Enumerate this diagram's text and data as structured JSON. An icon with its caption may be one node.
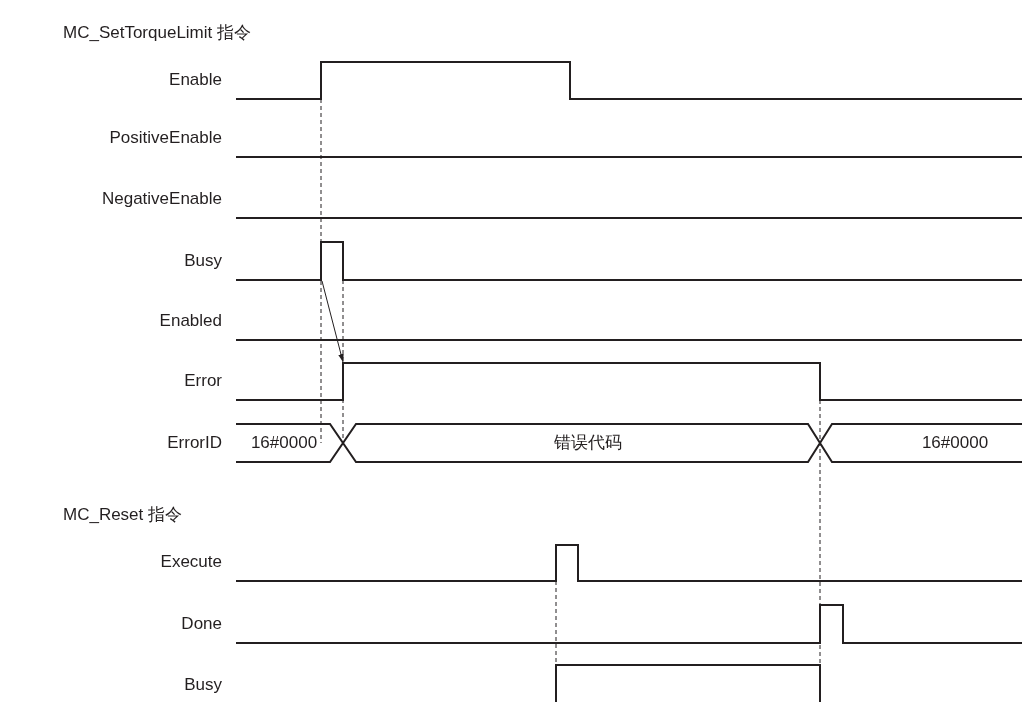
{
  "diagram": {
    "nodes": [
      {
        "text": [],
        "shape": "line",
        "beside": [
          "Busy"
        ]
      },
      {
        "text": [],
        "shape": "line",
        "beside": [
          "Error"
        ]
      }
    ],
    "edges": [
      {
        "from": 0,
        "to": 1,
        "arrow": "to"
      }
    ],
    "labels": [
      "MC_SetTorqueLimit 指令",
      "Enable",
      "PositiveEnable",
      "NegativeEnable",
      "Enabled",
      "ErrorID",
      "16#0000",
      "错误代码",
      "16#0000",
      "MC_Reset 指令",
      "Execute",
      "Done",
      "Busy"
    ]
  }
}
